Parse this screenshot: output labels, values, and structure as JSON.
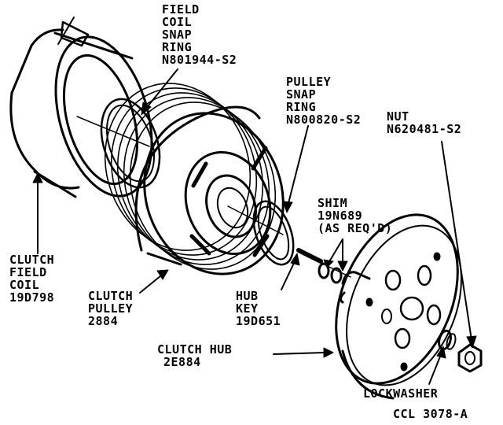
{
  "labels": {
    "field_coil_snap_ring": [
      "FIELD",
      "COIL",
      "SNAP",
      "RING",
      "N801944-S2"
    ],
    "pulley_snap_ring": [
      "PULLEY",
      "SNAP",
      "RING",
      "N800820-S2"
    ],
    "nut": [
      "NUT",
      "N620481-S2"
    ],
    "shim": [
      "SHIM",
      "19N689",
      "(AS REQ'D)"
    ],
    "clutch_field_coil": [
      "CLUTCH",
      "FIELD",
      "COIL",
      "19D798"
    ],
    "clutch_pulley": [
      "CLUTCH",
      "PULLEY",
      "2884"
    ],
    "hub_key": [
      "HUB",
      "KEY",
      "19D651"
    ],
    "clutch_hub": [
      "CLUTCH HUB",
      "2E884"
    ],
    "lockwasher": "LOCKWASHER",
    "figure_code": "CCL 3078-A"
  },
  "colors": {
    "ink": "#000000",
    "paper": "#ffffff"
  }
}
